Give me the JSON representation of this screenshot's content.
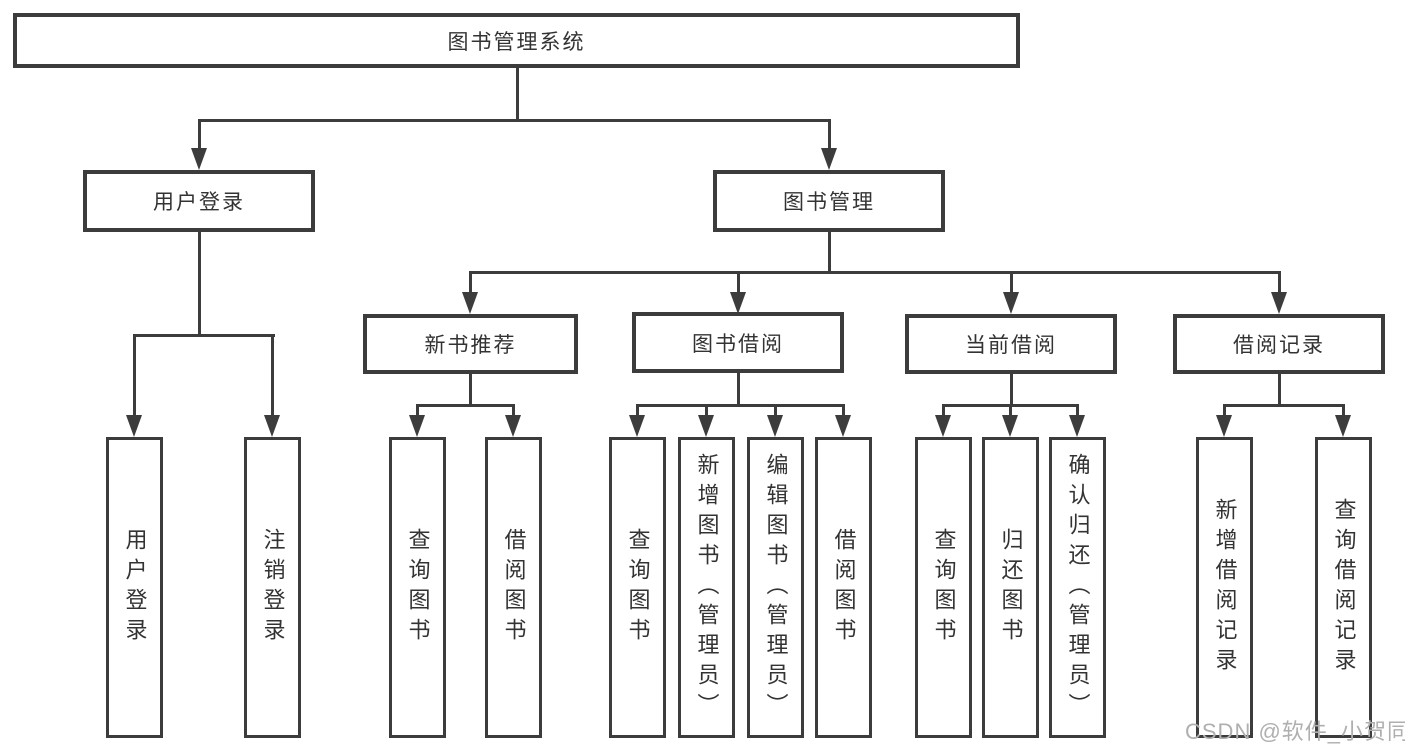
{
  "colors": {
    "line": "#3c3c3c",
    "text": "#333333",
    "watermark": "#afafaf",
    "background": "#ffffff"
  },
  "watermark": "CSDN @软件_小贺同学",
  "tree": {
    "root": "图书管理系统",
    "children": [
      {
        "label": "用户登录",
        "children": [
          "用户登录",
          "注销登录"
        ]
      },
      {
        "label": "图书管理",
        "children": [
          {
            "label": "新书推荐",
            "children": [
              "查询图书",
              "借阅图书"
            ]
          },
          {
            "label": "图书借阅",
            "children": [
              "查询图书",
              "新增图书（管理员）",
              "编辑图书（管理员）",
              "借阅图书"
            ]
          },
          {
            "label": "当前借阅",
            "children": [
              "查询图书",
              "归还图书",
              "确认归还（管理员）"
            ]
          },
          {
            "label": "借阅记录",
            "children": [
              "新增借阅记录",
              "查询借阅记录"
            ]
          }
        ]
      }
    ]
  }
}
